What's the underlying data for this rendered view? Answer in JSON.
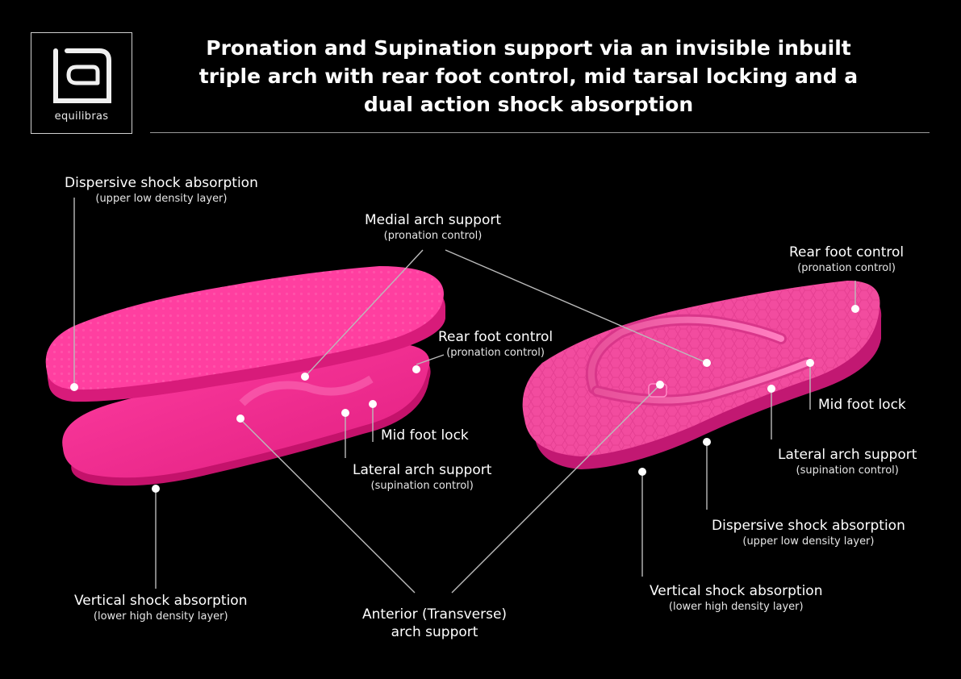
{
  "brand": {
    "name": "equilibras",
    "icon": "equilibras-logo-icon"
  },
  "title": "Pronation and Supination support via an invisible inbuilt triple arch with rear foot control, mid tarsal locking and a dual action shock absorption",
  "colors": {
    "background": "#000000",
    "sole_pink": "#ff3fa0",
    "sole_dark": "#d81b7a",
    "leader_line": "#bbbbbb"
  },
  "labels": {
    "dispersive_left": {
      "main": "Dispersive shock absorption",
      "sub": "(upper low density layer)"
    },
    "medial_arch": {
      "main": "Medial arch support",
      "sub": "(pronation control)"
    },
    "rear_foot_left": {
      "main": "Rear foot control",
      "sub": "(pronation control)"
    },
    "mid_foot_lock_left": {
      "main": "Mid foot lock"
    },
    "lateral_arch_left": {
      "main": "Lateral arch support",
      "sub": "(supination control)"
    },
    "vertical_left": {
      "main": "Vertical shock absorption",
      "sub": "(lower high density layer)"
    },
    "anterior_arch": {
      "main": "Anterior (Transverse)",
      "main2": "arch support"
    },
    "rear_foot_right": {
      "main": "Rear foot control",
      "sub": "(pronation control)"
    },
    "mid_foot_lock_right": {
      "main": "Mid foot lock"
    },
    "lateral_arch_right": {
      "main": "Lateral arch support",
      "sub": "(supination control)"
    },
    "dispersive_right": {
      "main": "Dispersive shock absorption",
      "sub": "(upper low density layer)"
    },
    "vertical_right": {
      "main": "Vertical shock absorption",
      "sub": "(lower high density layer)"
    }
  }
}
